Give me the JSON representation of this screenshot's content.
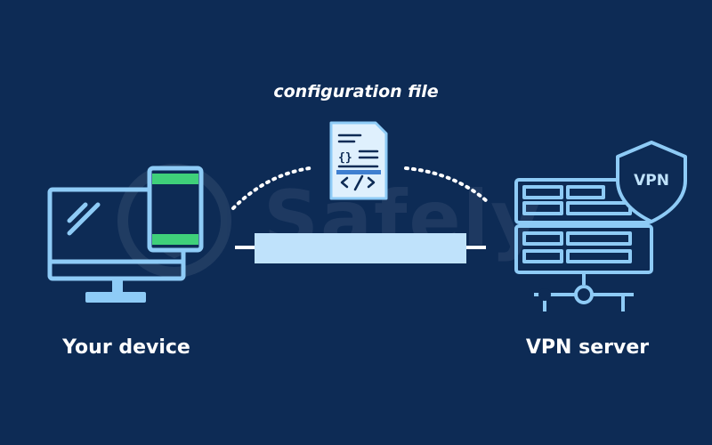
{
  "diagram": {
    "top_label": "configuration file",
    "left_label": "Your device",
    "right_label": "VPN server",
    "shield_text": "VPN",
    "watermark_text": "Safely"
  },
  "colors": {
    "background": "#0d2b55",
    "icon_stroke": "#8ecbf6",
    "icon_fill_light": "#bfe2fb",
    "phone_accent": "#3fd07a",
    "dots": "#ffffff"
  },
  "icons": {
    "device": "desktop-monitor-with-smartphone-icon",
    "document": "code-file-icon",
    "server": "server-rack-icon",
    "shield": "vpn-shield-icon"
  }
}
